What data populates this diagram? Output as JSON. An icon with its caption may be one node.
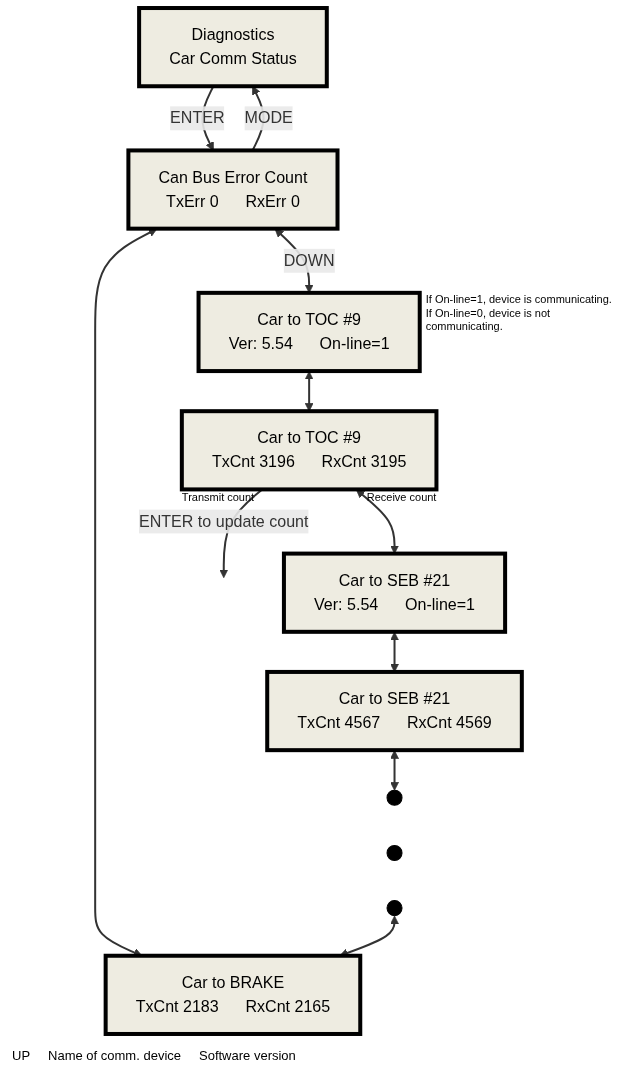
{
  "diagram": {
    "nodes": [
      {
        "text": [
          "Diagnostics",
          "Car Comm Status"
        ]
      },
      {
        "text": [
          "Can Bus Error Count",
          "TxErr  0",
          "RxErr  0"
        ]
      },
      {
        "text": [
          "Car to TOC #9",
          "Ver:  5.54",
          "On-line=1"
        ],
        "beside": [
          "If On-line=1, device is communicating. If On-line=0, device is not communicating."
        ]
      },
      {
        "text": [
          "Car to TOC #9",
          "TxCnt   3196",
          "RxCnt   3195"
        ],
        "beside": [
          "Transmit count",
          "Receive count"
        ]
      },
      {
        "text": [
          "Car to SEB #21",
          "Ver:  5.54",
          "On-line=1"
        ]
      },
      {
        "text": [
          "Car to SEB #21",
          "TxCnt   4567",
          "RxCnt   4569"
        ]
      },
      {
        "text": [],
        "shape": "circle"
      },
      {
        "text": [],
        "shape": "circle"
      },
      {
        "text": [],
        "shape": "circle"
      },
      {
        "text": [
          "Car to BRAKE",
          "TxCnt   2183",
          "RxCnt   2165"
        ]
      }
    ],
    "edges": [
      {
        "from": 0,
        "to": 1,
        "arrow": "to",
        "label": "ENTER"
      },
      {
        "from": 1,
        "to": 0,
        "arrow": "to",
        "label": "MODE"
      },
      {
        "from": 1,
        "to": 9,
        "arrow": "both"
      },
      {
        "from": 1,
        "to": 2,
        "arrow": "both",
        "label": "DOWN"
      },
      {
        "from": 2,
        "to": 3,
        "arrow": "both"
      },
      {
        "from": 3,
        "to": null,
        "arrow": "to",
        "label": "ENTER to update count"
      },
      {
        "from": 3,
        "to": 4,
        "arrow": "both"
      },
      {
        "from": 4,
        "to": 5,
        "arrow": "both"
      },
      {
        "from": 5,
        "to": 6,
        "arrow": "both"
      },
      {
        "from": 8,
        "to": 9,
        "arrow": "both"
      }
    ],
    "labels": [
      "UP",
      "Name of comm. device",
      "Software version"
    ]
  }
}
